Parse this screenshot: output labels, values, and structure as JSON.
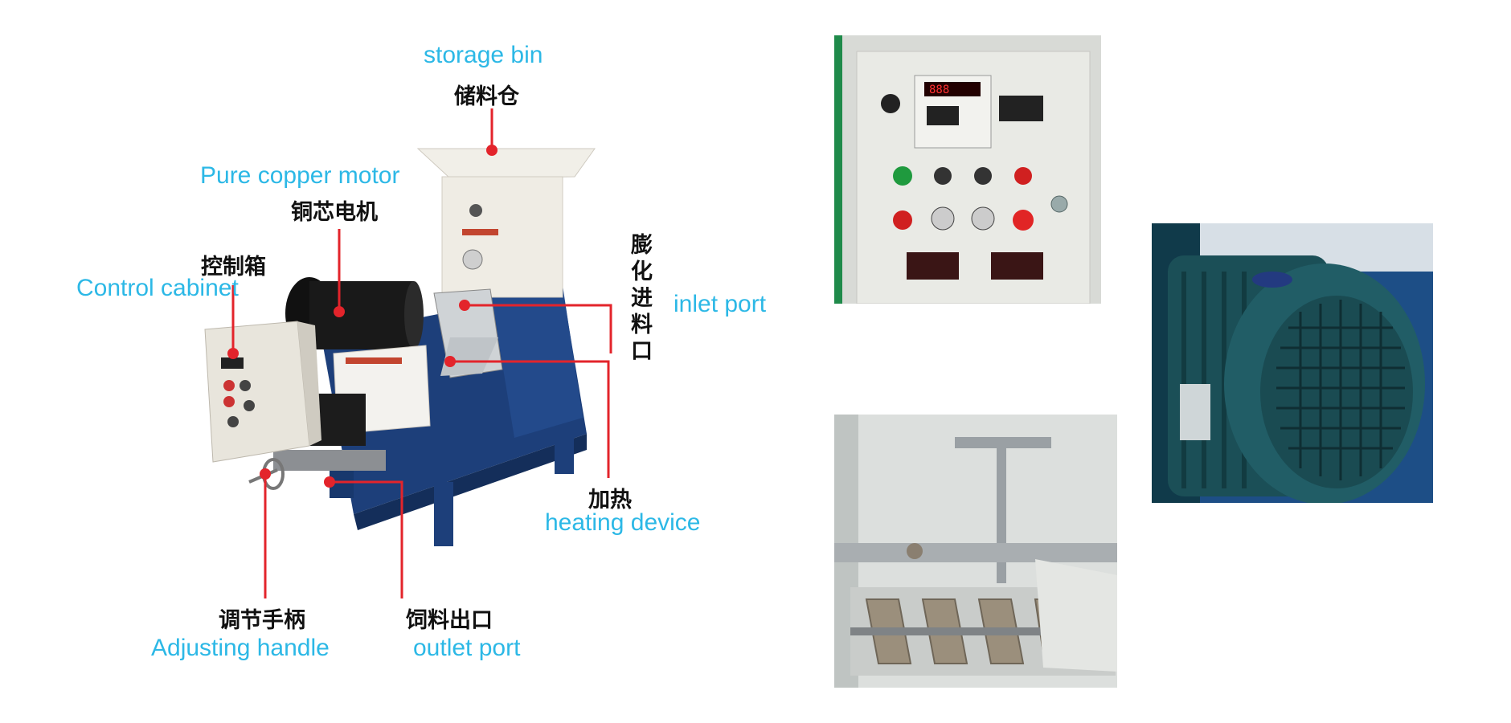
{
  "labels": {
    "storage_bin_en": "storage bin",
    "storage_bin_zh": "储料仓",
    "motor_en": "Pure copper motor",
    "motor_zh": "铜芯电机",
    "cabinet_zh": "控制箱",
    "cabinet_en": "Control cabinet",
    "inlet_zh": "膨化进料口",
    "inlet_en": "inlet port",
    "heating_zh": "加热",
    "heating_en": "heating device",
    "handle_zh": "调节手柄",
    "handle_en": "Adjusting handle",
    "outlet_zh": "饲料出口",
    "outlet_en": "outlet port"
  },
  "colors": {
    "label_en": "#2cb8e6",
    "label_zh": "#111111",
    "leader_line": "#e3242b",
    "machine_frame": "#1d3f7a",
    "machine_white": "#f1efe8",
    "motor_body": "#1b4f57"
  },
  "photos": {
    "control_panel": "control-panel-photo",
    "motor_closeup": "motor-closeup-photo",
    "screw_closeup": "screw-conveyor-photo",
    "main_machine": "extruder-machine-photo"
  }
}
